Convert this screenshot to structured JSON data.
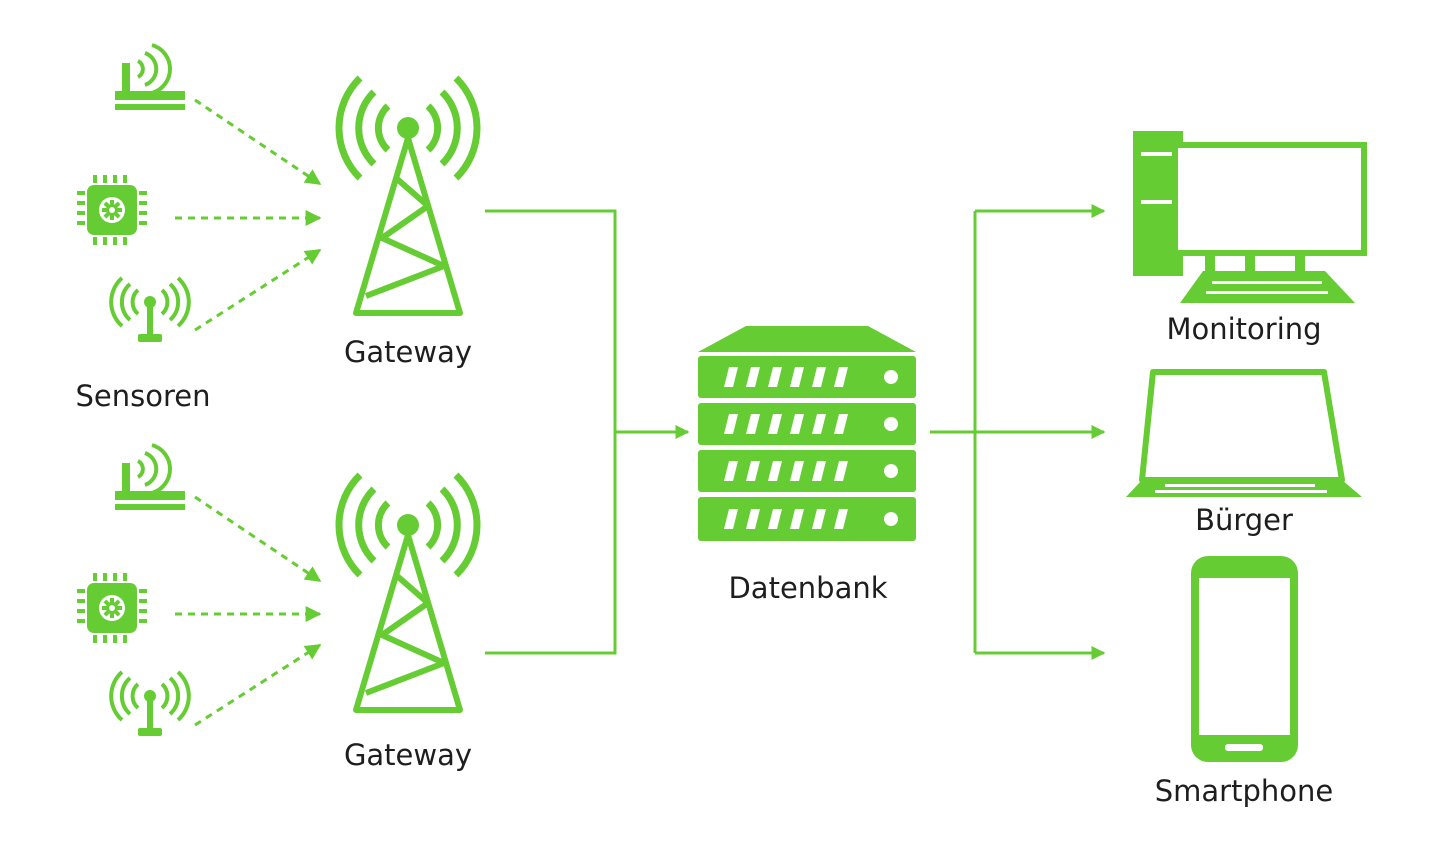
{
  "colors": {
    "accent": "#66cc33",
    "text": "#1e1e1e",
    "background": "#ffffff"
  },
  "labels": {
    "sensors": "Sensoren",
    "gateway_top": "Gateway",
    "gateway_bottom": "Gateway",
    "database": "Datenbank",
    "monitoring": "Monitoring",
    "citizens": "Bürger",
    "smartphone": "Smartphone"
  },
  "sensor_groups": [
    {
      "icons": [
        "router-icon",
        "chip-icon",
        "antenna-icon"
      ]
    },
    {
      "icons": [
        "router-icon",
        "chip-icon",
        "antenna-icon"
      ]
    }
  ],
  "nodes": {
    "gateway_icon": "tower-icon",
    "database_icon": "server-rack-icon",
    "outputs": [
      "desktop-computer-icon",
      "laptop-icon",
      "smartphone-icon"
    ]
  }
}
